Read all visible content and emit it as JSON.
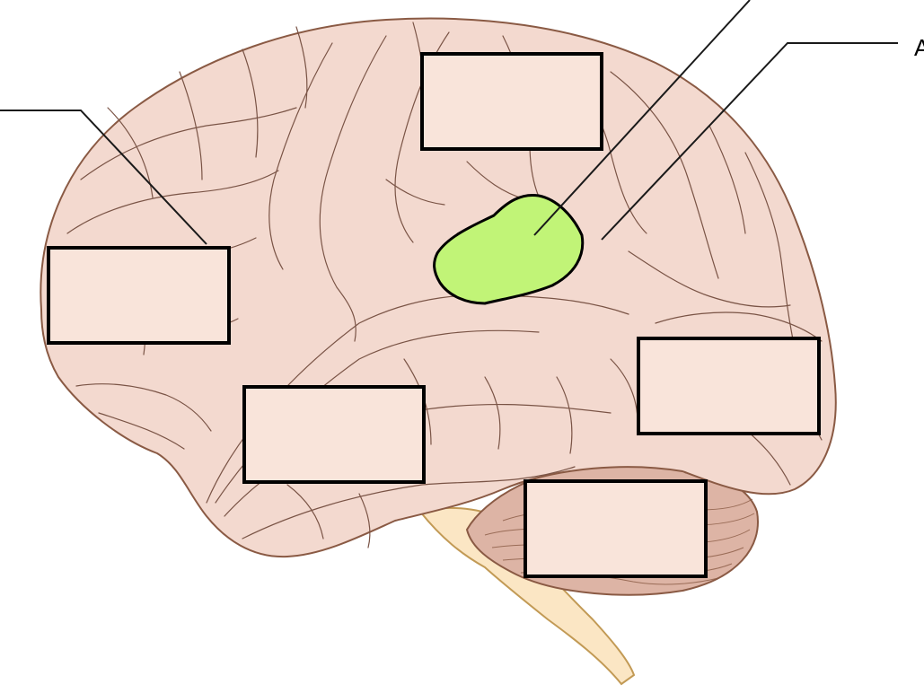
{
  "colors": {
    "brain_fill": "#f3d9cf",
    "brain_outline": "#8a5a44",
    "sulcus_line": "#7a5446",
    "cerebellum_fill": "#ddb4a5",
    "brainstem_fill": "#fbe6c4",
    "brainstem_outline": "#c29a55",
    "highlight_region": "#c1f477",
    "label_box_fill": "#f9e4da",
    "label_box_border": "#000000",
    "leader_line": "#1a1a1a"
  },
  "labels": {
    "edge_letter": "A"
  },
  "label_boxes": [
    {
      "id": "top-center",
      "text": ""
    },
    {
      "id": "left",
      "text": ""
    },
    {
      "id": "bottom-left",
      "text": ""
    },
    {
      "id": "right",
      "text": ""
    },
    {
      "id": "bottom-right",
      "text": ""
    }
  ]
}
